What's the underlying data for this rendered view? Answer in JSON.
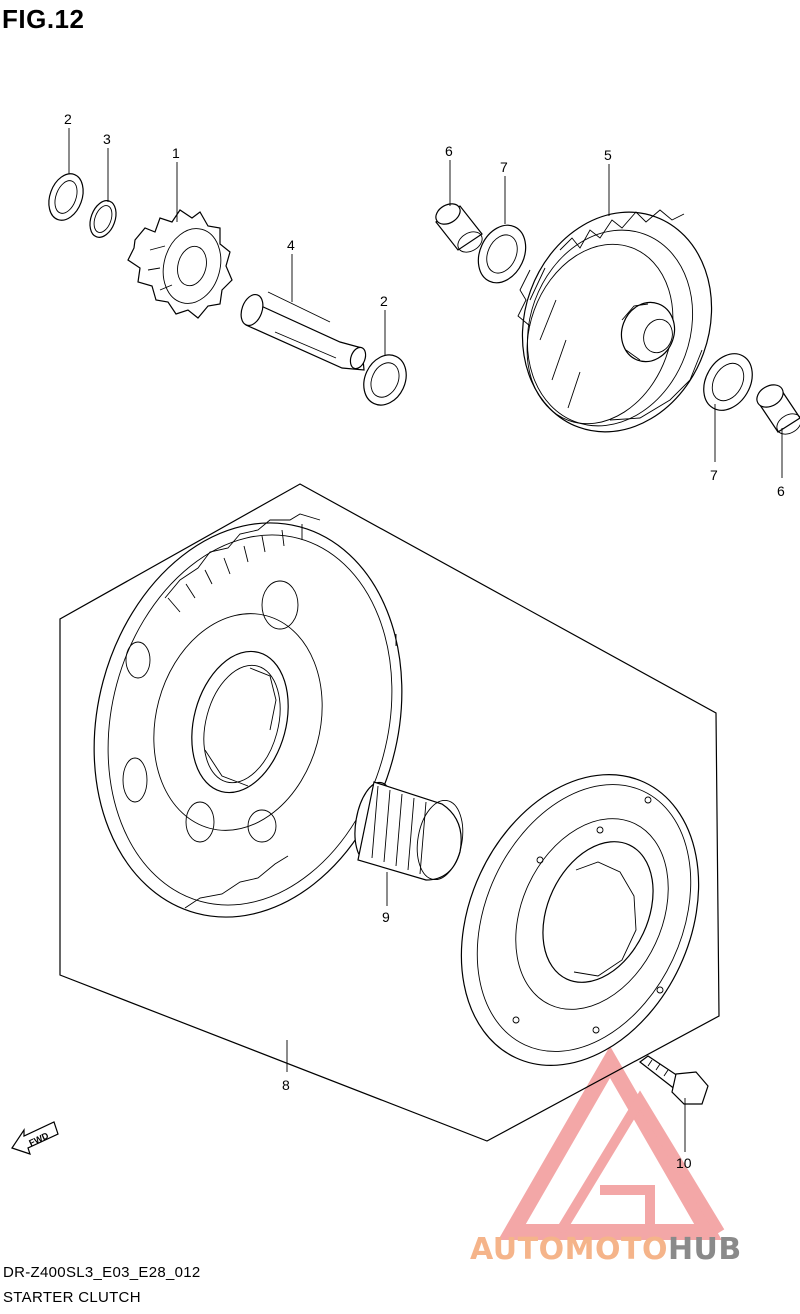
{
  "figure": {
    "title": "FIG.12"
  },
  "callouts": [
    {
      "id": "c1",
      "label": "1"
    },
    {
      "id": "c2a",
      "label": "2"
    },
    {
      "id": "c2b",
      "label": "2"
    },
    {
      "id": "c3",
      "label": "3"
    },
    {
      "id": "c4",
      "label": "4"
    },
    {
      "id": "c5",
      "label": "5"
    },
    {
      "id": "c6a",
      "label": "6"
    },
    {
      "id": "c6b",
      "label": "6"
    },
    {
      "id": "c7a",
      "label": "7"
    },
    {
      "id": "c7b",
      "label": "7"
    },
    {
      "id": "c8",
      "label": "8"
    },
    {
      "id": "c9",
      "label": "9"
    },
    {
      "id": "c10",
      "label": "10"
    }
  ],
  "fwd_label": "FWD",
  "footer": {
    "code": "DR-Z400SL3_E03_E28_012",
    "name": "STARTER CLUTCH"
  },
  "watermark": {
    "text_a": "AUTOMOTO",
    "text_b": "HUB",
    "color_a": "#f5b48a",
    "color_b": "#8a8a8a",
    "logo_color": "#f08a8a"
  }
}
